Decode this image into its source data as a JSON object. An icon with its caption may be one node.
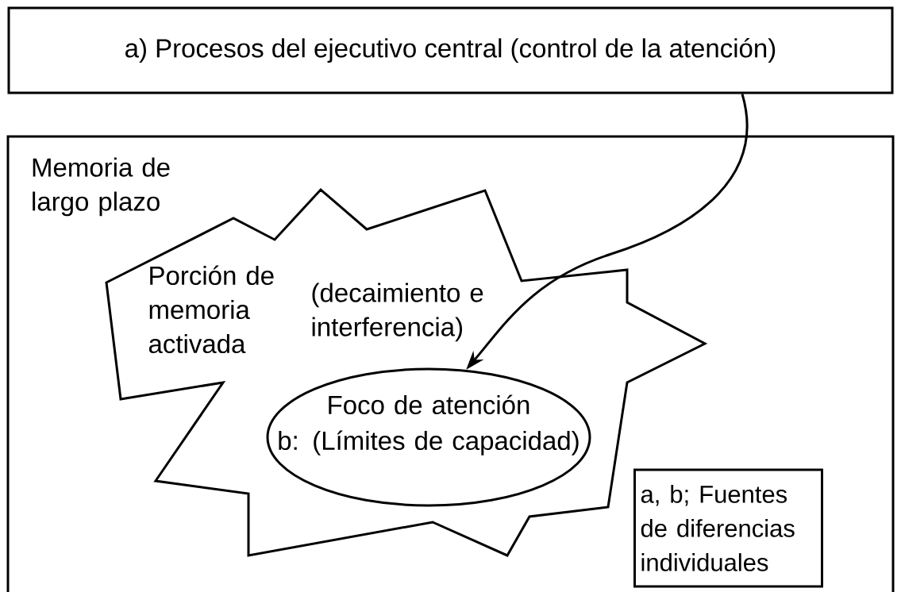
{
  "diagram": {
    "nodes": [
      {
        "text": [
          "a) Procesos del ejecutivo central (control de la atención)"
        ]
      },
      {
        "text": [
          "Memoria de largo plazo"
        ]
      },
      {
        "text": [
          "Porción de memoria activada",
          "(decaimiento e interferencia)"
        ],
        "in": 1
      },
      {
        "text": [
          "Foco de atención",
          "b: (Límites de capacidad)"
        ],
        "in": 2
      },
      {
        "text": [
          "a, b; Fuentes de diferencias individuales"
        ],
        "in": 1
      }
    ],
    "edges": [
      {
        "from": 0,
        "to": 3,
        "arrow": "to"
      }
    ]
  }
}
